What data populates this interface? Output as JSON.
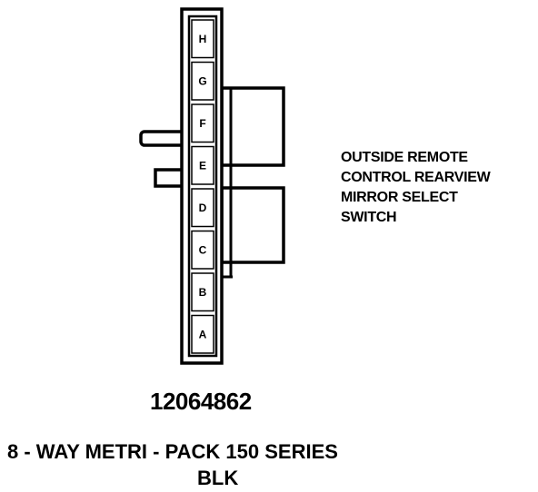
{
  "connector": {
    "pins": [
      "H",
      "G",
      "F",
      "E",
      "D",
      "C",
      "B",
      "A"
    ],
    "part_number": "12064862",
    "series": "8 - WAY METRI - PACK 150 SERIES",
    "color": "BLK"
  },
  "component": {
    "name_lines": [
      "OUTSIDE REMOTE",
      "CONTROL REARVIEW",
      "MIRROR SELECT",
      "SWITCH"
    ]
  }
}
